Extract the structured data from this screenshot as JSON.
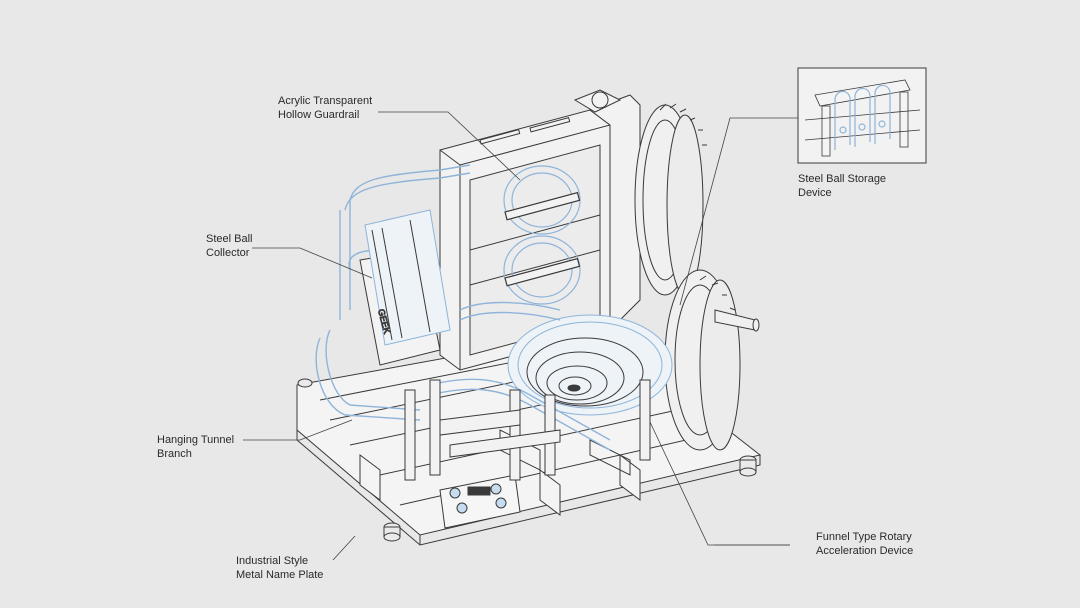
{
  "colors": {
    "background": "#e8e8e8",
    "linework": "#3a3a3a",
    "accent_blue": "#a9c9e8",
    "callout_line": "#444444"
  },
  "callouts": {
    "acrylic": {
      "line1": "Acrylic Transparent",
      "line2": "Hollow Guardrail"
    },
    "collector": {
      "line1": "Steel Ball",
      "line2": "Collector"
    },
    "hanging": {
      "line1": "Hanging Tunnel",
      "line2": "Branch"
    },
    "plate": {
      "line1": "Industrial Style",
      "line2": "Metal Name Plate"
    },
    "storage": {
      "line1": "Steel Ball Storage",
      "line2": "Device"
    },
    "funnel": {
      "line1": "Funnel Type Rotary",
      "line2": "Acceleration Device"
    }
  },
  "icons": {
    "main_drawing": "marble-run-machine-illustration",
    "inset": "steel-ball-storage-closeup"
  }
}
